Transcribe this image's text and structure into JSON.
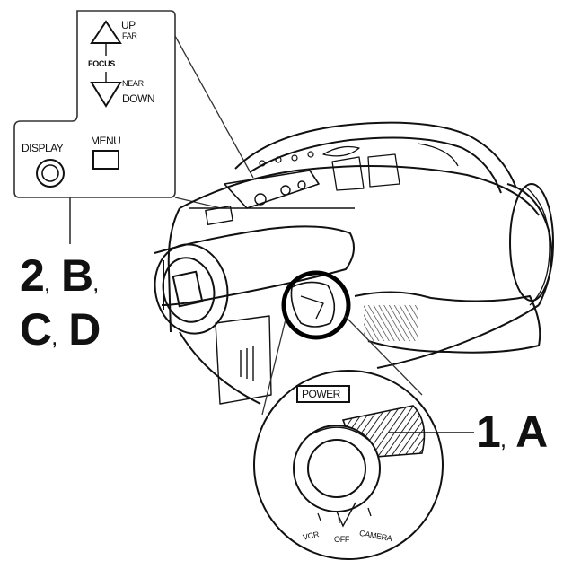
{
  "focus_panel": {
    "up": "UP",
    "far": "FAR",
    "focus": "FOCUS",
    "near": "NEAR",
    "down": "DOWN",
    "display": "DISPLAY",
    "menu": "MENU"
  },
  "power_dial": {
    "title": "POWER",
    "vcr": "VCR",
    "off": "OFF",
    "camera": "CAMERA"
  },
  "callouts": {
    "left_line1_a": "2",
    "left_line1_b": "B",
    "left_line2_a": "C",
    "left_line2_b": "D",
    "right_a": "1",
    "right_b": "A",
    "sep": ","
  }
}
